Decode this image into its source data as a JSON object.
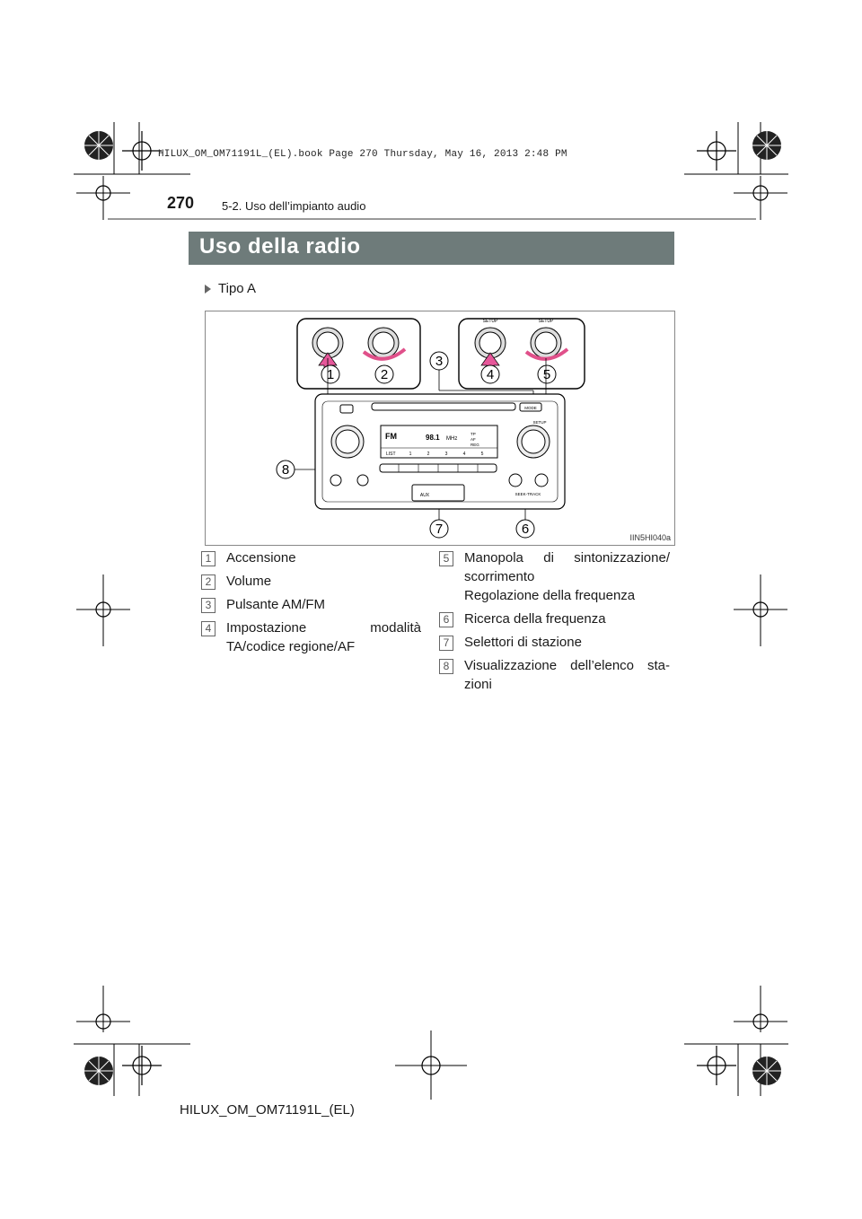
{
  "header": {
    "book_line": "HILUX_OM_OM71191L_(EL).book  Page 270  Thursday, May 16, 2013  2:48 PM",
    "page_number": "270",
    "section": "5-2. Uso dell’impianto audio"
  },
  "title": "Uso della radio",
  "subheading": "Tipo A",
  "figure": {
    "code": "IIN5HI040a",
    "callouts": [
      "1",
      "2",
      "3",
      "4",
      "5",
      "6",
      "7",
      "8"
    ],
    "labels": {
      "setup_left": "SETUP",
      "setup_right": "SETUP",
      "mode": "MODE",
      "setup_knob": "SETUP",
      "seek_track": "SEEK-TRACK",
      "aux": "AUX",
      "fm": "FM",
      "freq": "98.1",
      "unit": "MHz",
      "list": "LIST",
      "presets": [
        "1",
        "2",
        "3",
        "4",
        "5"
      ],
      "tp": "TP",
      "af": "AF",
      "reg": "REG"
    }
  },
  "legend_left": [
    {
      "num": "1",
      "text": "Accensione"
    },
    {
      "num": "2",
      "text": "Volume"
    },
    {
      "num": "3",
      "text": "Pulsante AM/FM"
    },
    {
      "num": "4",
      "text": "Impostazione modalità TA/codice regione/AF"
    }
  ],
  "legend_right": [
    {
      "num": "5",
      "text": "Manopola di sintonizzazione/ scorrimento",
      "text2": "Regolazione della frequenza"
    },
    {
      "num": "6",
      "text": "Ricerca della frequenza"
    },
    {
      "num": "7",
      "text": "Selettori di stazione"
    },
    {
      "num": "8",
      "text": "Visualizzazione dell’elenco sta- zioni"
    }
  ],
  "footer": "HILUX_OM_OM71191L_(EL)"
}
